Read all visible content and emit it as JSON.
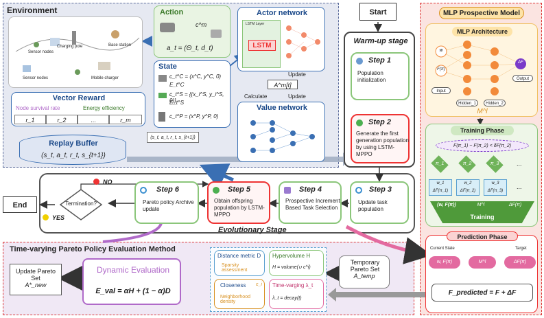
{
  "environment": {
    "title": "Environment",
    "map_labels": [
      "Charging pole",
      "Base station",
      "Sensor nodes",
      "Sensor nodes",
      "Mobile charger"
    ]
  },
  "action": {
    "title": "Action",
    "c_label": "c^m",
    "formula": "a_t = (Θ_t, d_t)"
  },
  "state": {
    "title": "State",
    "rows": [
      "c_t^C = (x^C, y^C, 0)",
      "E_t^C",
      "c_t^S = {(x_i^S, y_i^S, 0)}",
      "E_t^S",
      "c_t^P = (x^P, y^P, 0)"
    ]
  },
  "actor": {
    "title": "Actor network",
    "layer": "LSTM Layer",
    "lstm": "LSTM"
  },
  "middle": {
    "update1": "Update",
    "memory": "A^m[t]",
    "calculate": "Calculate",
    "update2": "Update"
  },
  "value": {
    "title": "Value network"
  },
  "reward": {
    "title": "Vector Reward",
    "node": "Node survival rate",
    "energy": "Energy efficiency",
    "cells": [
      "r_1",
      "r_2",
      "...",
      "r_m"
    ]
  },
  "buffer": {
    "title": "Replay Buffer",
    "tuple": "(s_t, a_t, r_t, s_{t+1})",
    "tag": "(s_t, a_t, r_t, s_{t+1})"
  },
  "warmup": {
    "start": "Start",
    "title": "Warm-up stage",
    "step1_title": "Step 1",
    "step1_body": "Population initialization",
    "step2_title": "Step 2",
    "step2_body": "Generate the first generation population by using LSTM-MPPO"
  },
  "evo": {
    "title": "Evolutionary Stage",
    "step3_title": "Step 3",
    "step3_body": "Update task population",
    "step4_title": "Step 4",
    "step4_body": "Prospective Increment Based Task Selection",
    "step5_title": "Step 5",
    "step5_body": "Obtain offspring population by LSTM-MPPO",
    "step6_title": "Step 6",
    "step6_body": "Pareto policy Archive update",
    "termination": "Termination?",
    "no": "NO",
    "yes": "YES",
    "end": "End"
  },
  "tv": {
    "title": "Time-varying Pareto Policy Evaluation Method",
    "update": "Update Pareto Set",
    "update_sym": "A*_new",
    "dyn_title": "Dynamic Evaluation",
    "dyn_formula": "E_val = αH + (1 − α)D",
    "dist_title": "Distance metric D",
    "dist_sub": "Sparsity assessment",
    "hv_title": "Hypervolume H",
    "hv_formula": "H = volume(∪ c^i)",
    "close_title": "Closeness",
    "close_sub": "Neighborhood density",
    "close_sym": "c_i",
    "tv_title": "Time-varging λ_t",
    "tv_formula": "λ_t = decay(t)",
    "temp_title": "Temporary Pareto Set",
    "temp_sym": "A_temp"
  },
  "mlp": {
    "title": "MLP Prospective Model",
    "arch_title": "MLP Architecture",
    "nodes": [
      "w",
      "F(π)",
      "ΔF"
    ],
    "arch_labels": [
      "Input",
      "Hidden_1",
      "Hidden_2",
      "Output"
    ],
    "arch_sym": "M^l",
    "train_title": "Training Phase",
    "train_formula": "F(π_1) − F(π_2) < δF(π_2)",
    "pi": [
      "π_1",
      "π_2",
      "π_3",
      "..."
    ],
    "w": [
      "w_1 ΔF(π_1)",
      "w_2 ΔF(π_2)",
      "w_3 ΔF(π_3)",
      "..."
    ],
    "train_flow": [
      "(w, F(π))",
      "M^l",
      "ΔF(π)"
    ],
    "training": "Training",
    "pred_title": "Prediction Phase",
    "current": "Current State",
    "target": "Target",
    "pred_flow": [
      "w, F(π)",
      "M^l",
      "ΔF(π)"
    ],
    "pred_formula": "F_predicted = F + ΔF"
  },
  "colors": {
    "red": "#e33",
    "green": "#8bc67a",
    "blue": "#3a6fb3",
    "purple": "#b06ac9"
  }
}
